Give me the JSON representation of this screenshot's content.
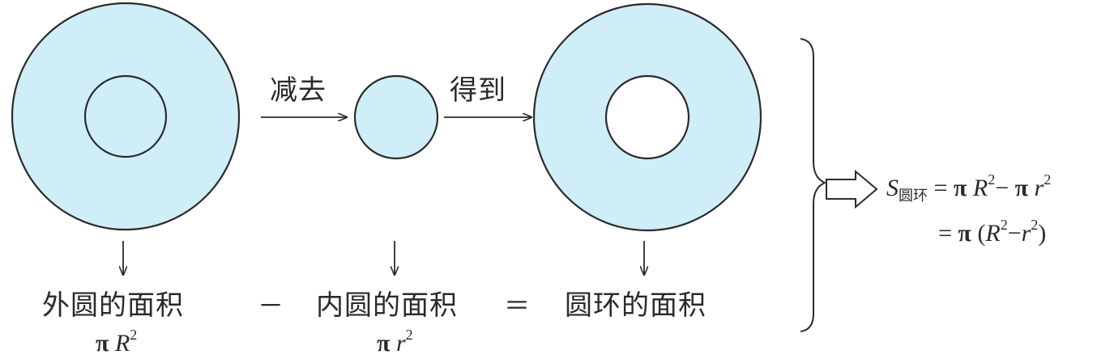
{
  "colors": {
    "fill": "#cfeef7",
    "stroke": "#2b2b2b",
    "background": "#ffffff"
  },
  "arrows": {
    "subtract_label": "减去",
    "result_label": "得到"
  },
  "labels": {
    "outer_area": "外圆的面积",
    "minus": "－",
    "inner_area": "内圆的面积",
    "equals": "＝",
    "ring_area": "圆环的面积"
  },
  "formulas": {
    "outer": {
      "pi": "π",
      "var": "R",
      "exp": "2"
    },
    "inner": {
      "pi": "π",
      "var": "r",
      "exp": "2"
    }
  },
  "result": {
    "symbol": "S",
    "subscript": "圆环",
    "line1": {
      "eq": "=",
      "pi1": "π",
      "var1": "R",
      "exp1": "2",
      "minus": "−",
      "pi2": "π",
      "var2": "r",
      "exp2": "2"
    },
    "line2": {
      "eq": "=",
      "pi": "π",
      "open": "(",
      "var1": "R",
      "exp1": "2",
      "minus": "−",
      "var2": "r",
      "exp2": "2",
      "close": ")"
    }
  }
}
